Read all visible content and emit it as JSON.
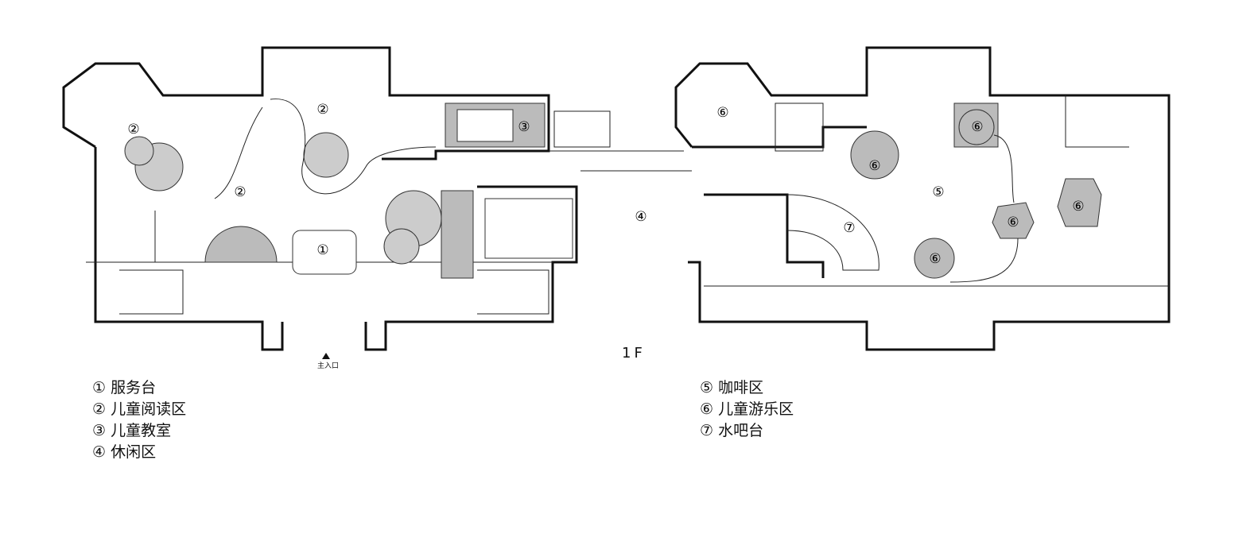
{
  "floor_label": "1F",
  "entrance_label": "主入口",
  "plan_markers": {
    "m1": "①",
    "m2": "②",
    "m3": "③",
    "m4": "④",
    "m5": "⑤",
    "m6": "⑥",
    "m7": "⑦"
  },
  "legend_left": [
    {
      "num": "①",
      "name": "服务台"
    },
    {
      "num": "②",
      "name": "儿童阅读区"
    },
    {
      "num": "③",
      "name": "儿童教室"
    },
    {
      "num": "④",
      "name": "休闲区"
    }
  ],
  "legend_right": [
    {
      "num": "⑤",
      "name": "咖啡区"
    },
    {
      "num": "⑥",
      "name": "儿童游乐区"
    },
    {
      "num": "⑦",
      "name": "水吧台"
    }
  ]
}
